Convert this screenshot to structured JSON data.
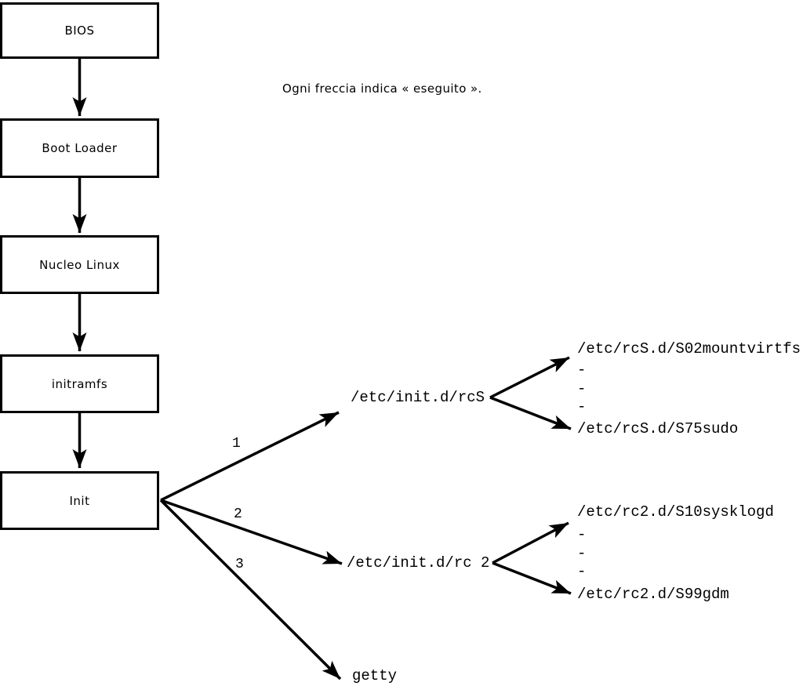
{
  "diagram": {
    "caption": "Ogni freccia indica « eseguito ».",
    "boot_sequence": [
      "BIOS",
      "Boot Loader",
      "Nucleo Linux",
      "initramfs",
      "Init"
    ],
    "branches": {
      "numbers": [
        "1",
        "2",
        "3"
      ],
      "targets": [
        "/etc/init.d/rcS",
        "/etc/init.d/rc 2",
        "getty"
      ]
    },
    "rcS_scripts": {
      "first": "/etc/rcS.d/S02mountvirtfs",
      "ellipsis": [
        "-",
        "-",
        "-"
      ],
      "last": "/etc/rcS.d/S75sudo"
    },
    "rc2_scripts": {
      "first": "/etc/rc2.d/S10sysklogd",
      "ellipsis": [
        "-",
        "-",
        "-"
      ],
      "last": "/etc/rc2.d/S99gdm"
    },
    "colors": {
      "line": "#000000",
      "box_border": "#000000",
      "box_fill": "#ffffff",
      "background": "#ffffff",
      "text": "#000000"
    }
  }
}
